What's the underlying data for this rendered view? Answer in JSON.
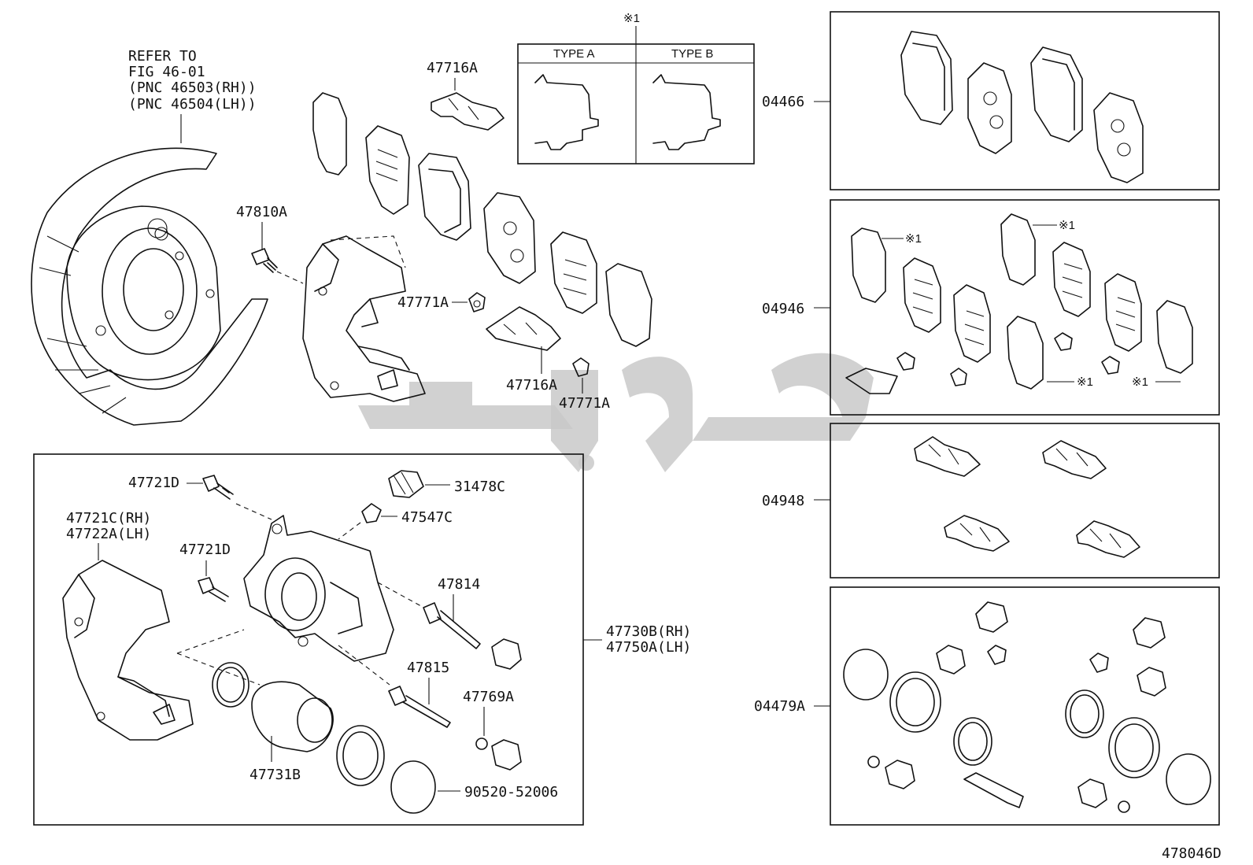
{
  "diagram_id": "478046D",
  "refer_note": {
    "line1": "REFER TO",
    "line2": "FIG 46-01",
    "line3": "(PNC 46503(RH))",
    "line4": "(PNC 46504(LH))"
  },
  "note_mark": "※1",
  "type_table": {
    "type_a": "TYPE A",
    "type_b": "TYPE B"
  },
  "labels": {
    "p47716A_top": "47716A",
    "p47810A": "47810A",
    "p47771A_left": "47771A",
    "p47716A_bottom": "47716A",
    "p47771A_bottom": "47771A",
    "p47721D_top": "47721D",
    "p31478C": "31478C",
    "p47547C": "47547C",
    "p47721C": "47721C(RH)",
    "p47722A": "47722A(LH)",
    "p47721D_mid": "47721D",
    "p47814": "47814",
    "p47730B": "47730B(RH)",
    "p47750A": "47750A(LH)",
    "p47815": "47815",
    "p47769A": "47769A",
    "p47731B": "47731B",
    "p90520": "90520-52006",
    "p04466": "04466",
    "p04946": "04946",
    "p04948": "04948",
    "p04479A": "04479A"
  }
}
